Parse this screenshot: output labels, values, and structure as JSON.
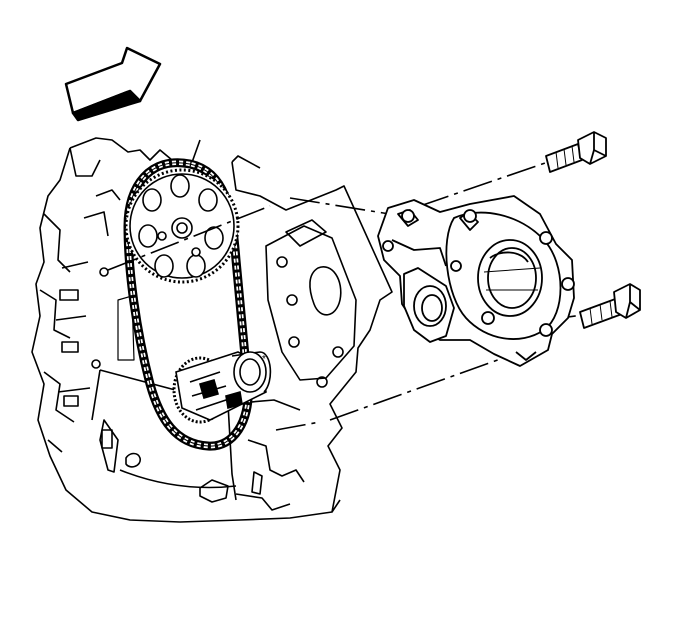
{
  "diagram": {
    "subject": "engine-front-oil-pump-installation",
    "colors": {
      "line": "#000000",
      "fill": "#ffffff",
      "shade": "#d9d9d9"
    },
    "parts": [
      "direction-arrow",
      "engine-block-front",
      "timing-chain",
      "camshaft-sprocket",
      "crankshaft-sprocket",
      "oil-pump",
      "oil-pump-bolt-upper",
      "oil-pump-bolt-lower",
      "alignment-leader-lines"
    ]
  }
}
